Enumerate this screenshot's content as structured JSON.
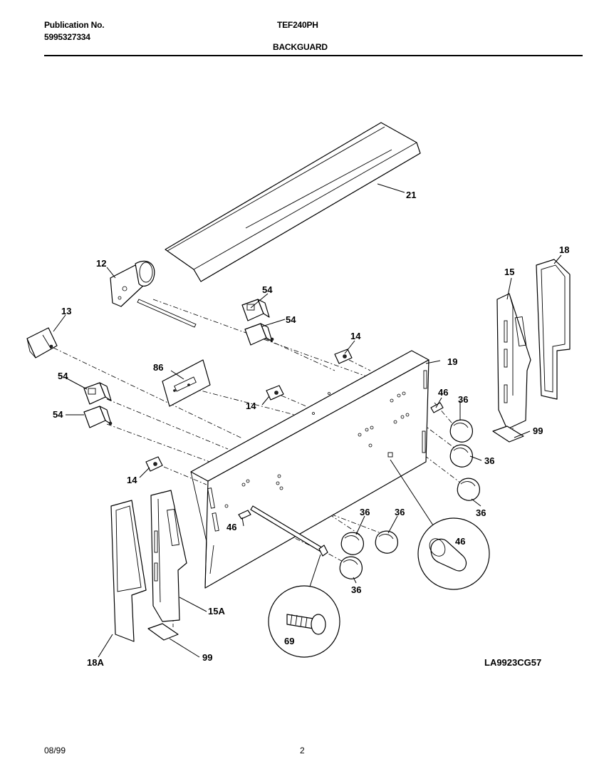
{
  "header": {
    "publication_label": "Publication No.",
    "publication_number": "5995327334",
    "model": "TEF240PH",
    "section": "BACKGUARD"
  },
  "diagram": {
    "callouts": {
      "c21": "21",
      "c12": "12",
      "c13": "13",
      "c18": "18",
      "c15": "15",
      "c54a": "54",
      "c54b": "54",
      "c54c": "54",
      "c54d": "54",
      "c14a": "14",
      "c14b": "14",
      "c14c": "14",
      "c19": "19",
      "c86": "86",
      "c46a": "46",
      "c46b": "46",
      "c46c": "46",
      "c36a": "36",
      "c36b": "36",
      "c36c": "36",
      "c36d": "36",
      "c36e": "36",
      "c36f": "36",
      "c99a": "99",
      "c99b": "99",
      "c15a": "15A",
      "c18a": "18A",
      "c69": "69"
    },
    "drawing_id": "LA9923CG57"
  },
  "footer": {
    "date": "08/99",
    "page": "2"
  }
}
